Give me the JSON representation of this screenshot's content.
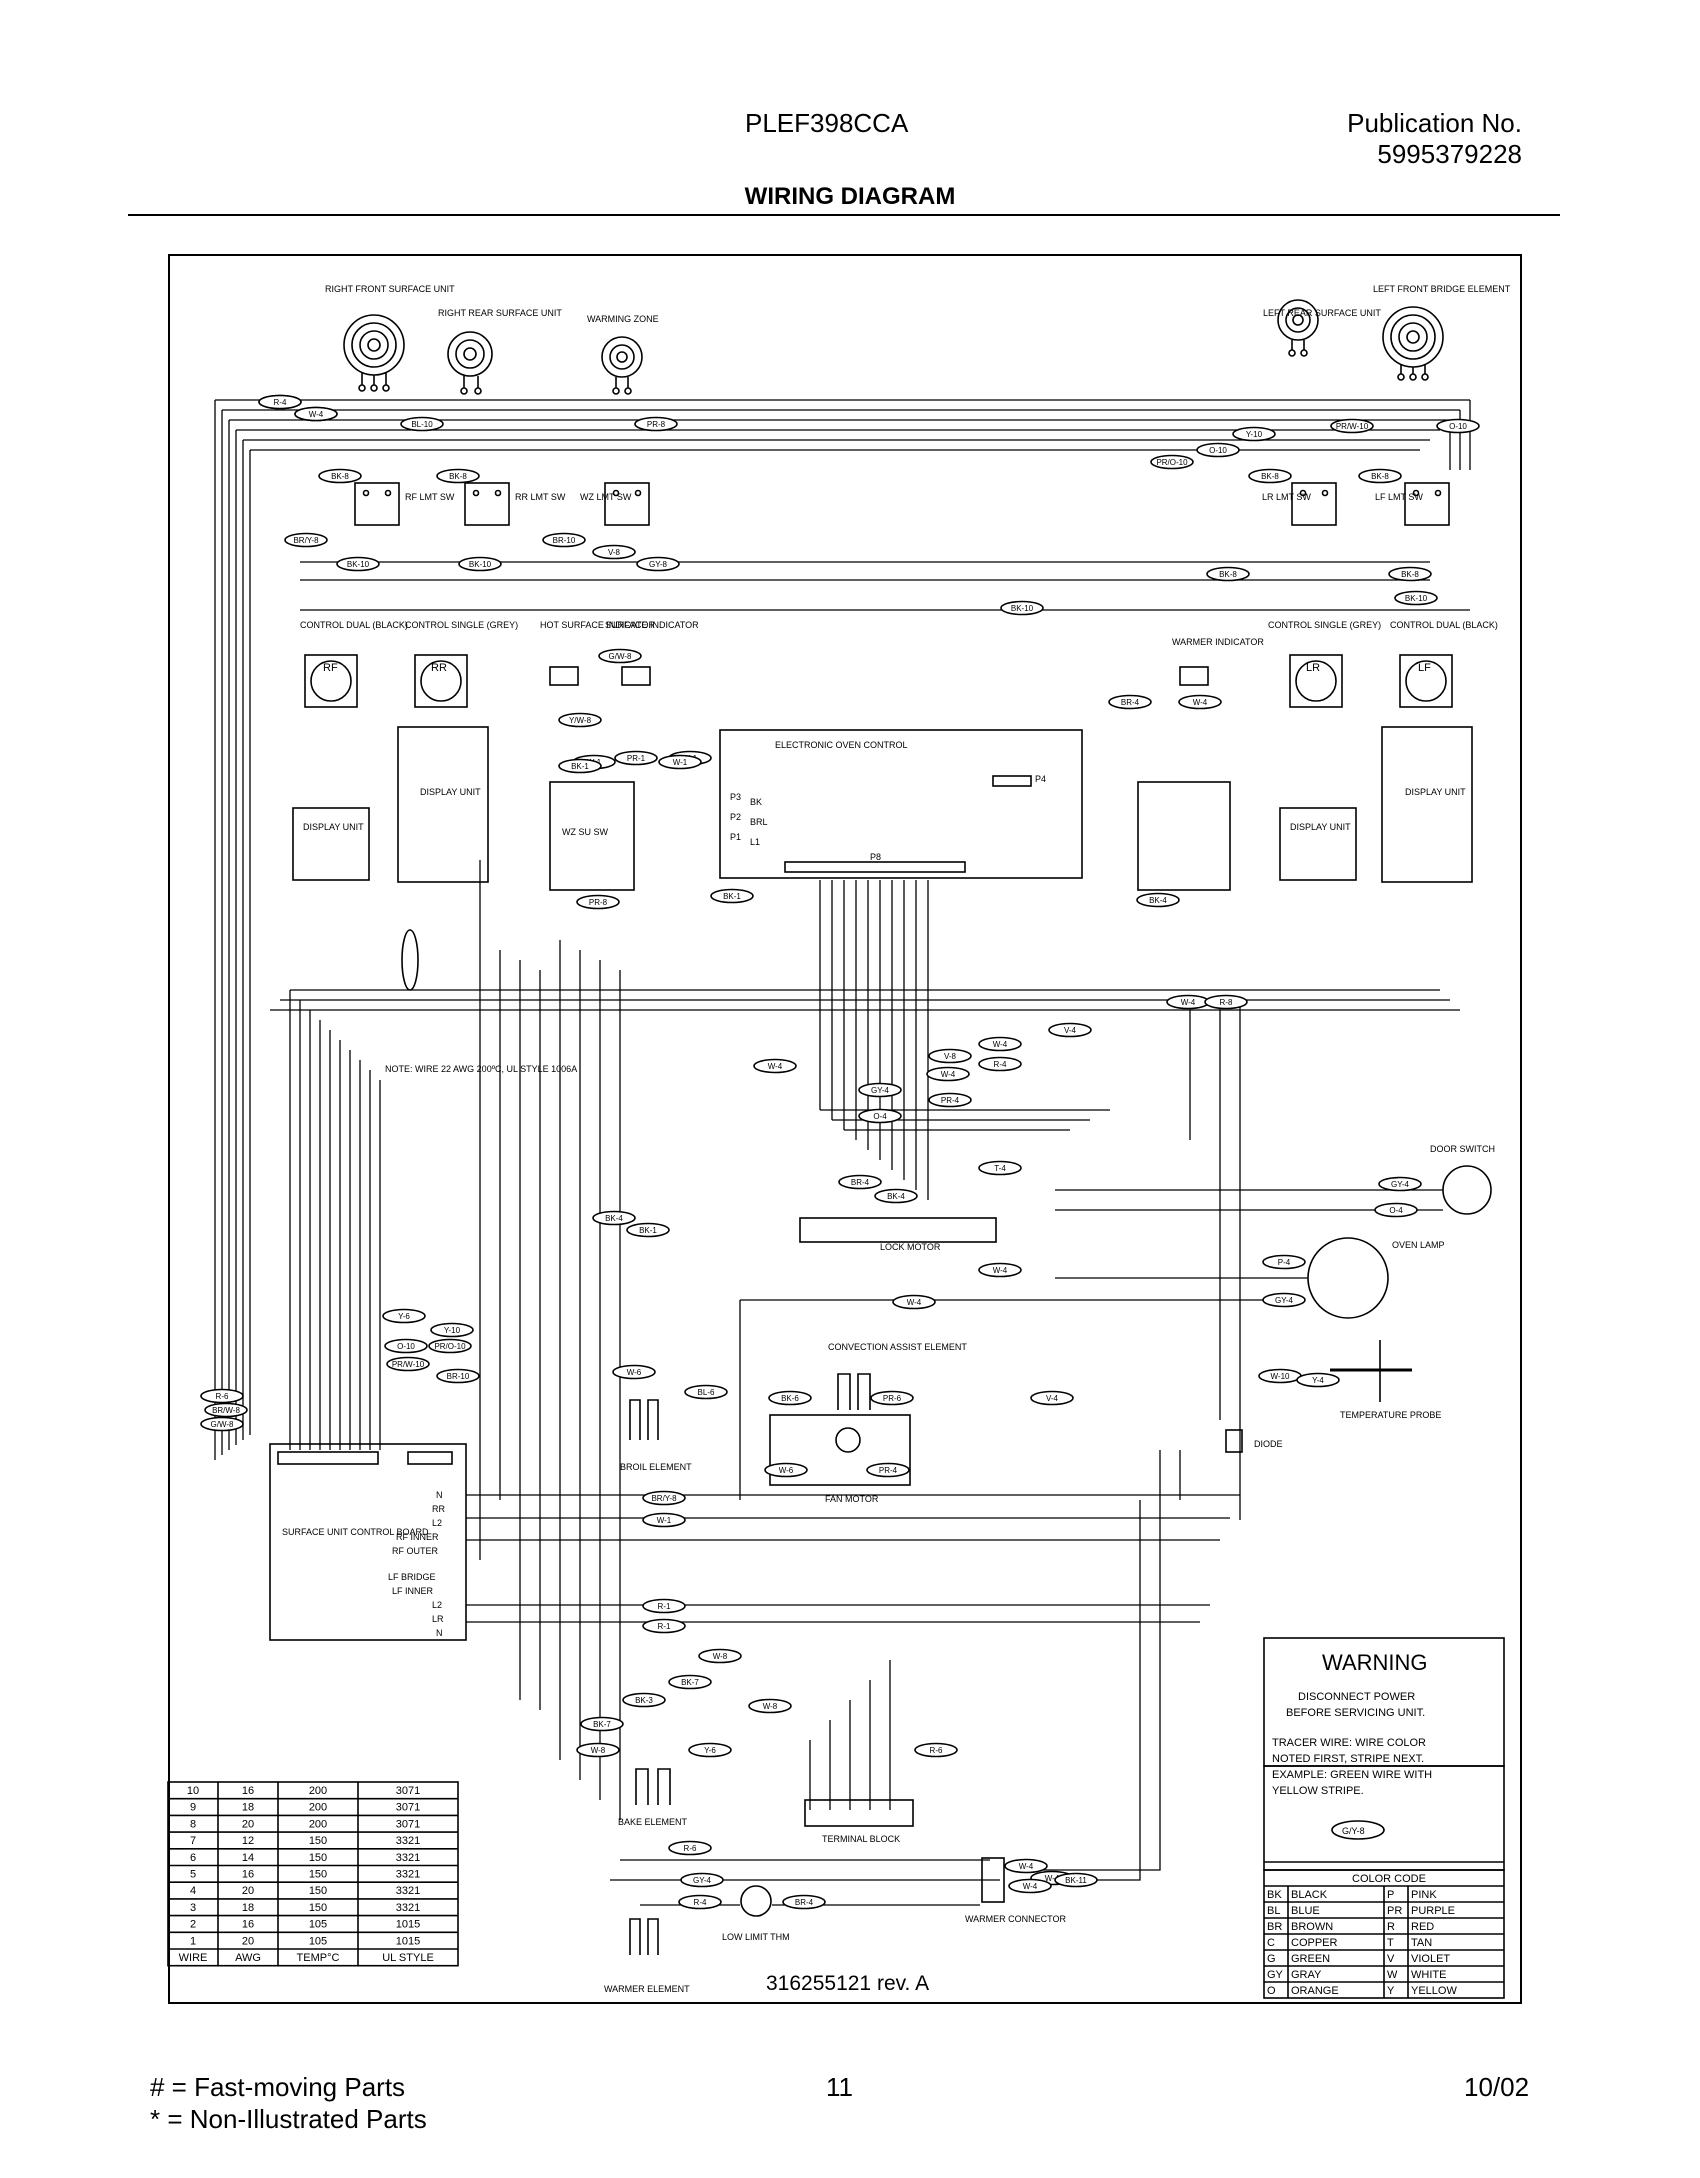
{
  "header": {
    "model": "PLEF398CCA",
    "publication_label": "Publication No.",
    "publication_number": "5995379228",
    "title": "WIRING DIAGRAM"
  },
  "components": {
    "rf_unit": "RIGHT FRONT SURFACE UNIT",
    "rr_unit": "RIGHT REAR SURFACE UNIT",
    "warming_zone": "WARMING ZONE",
    "lr_unit": "LEFT REAR SURFACE UNIT",
    "lf_unit": "LEFT FRONT BRIDGE ELEMENT",
    "control_dual_black": "CONTROL DUAL (BLACK)",
    "control_single_grey": "CONTROL SINGLE (GREY)",
    "hot_surface_indicator": "HOT SURFACE INDICATOR",
    "surface_indicator": "SURFACE INDICATOR",
    "warmer_indicator": "WARMER INDICATOR",
    "electronic_oven_control": "ELECTRONIC OVEN CONTROL",
    "display_unit": "DISPLAY UNIT",
    "door_switch": "DOOR SWITCH",
    "oven_lamp": "OVEN LAMP",
    "lock_motor": "LOCK MOTOR",
    "convection_element": "CONVECTION ASSIST ELEMENT",
    "fan_motor": "FAN MOTOR",
    "broil_element": "BROIL ELEMENT",
    "temperature_probe": "TEMPERATURE PROBE",
    "diode": "DIODE",
    "surface_board": "SURFACE UNIT CONTROL BOARD",
    "bake_element": "BAKE ELEMENT",
    "terminal_block": "TERMINAL BLOCK",
    "warmer_element": "WARMER ELEMENT",
    "low_limit": "LOW LIMIT THM",
    "warmer_connector": "WARMER CONNECTOR",
    "wire_note": "NOTE: WIRE 22 AWG 200ºC, UL STYLE 1006A",
    "rev": "316255121  rev.  A",
    "eoc_pins": {
      "p3": "P3",
      "p2": "P2",
      "p1": "P1",
      "bk": "BK",
      "brl": "BRL",
      "l1": "L1",
      "p4": "P4",
      "p8": "P8"
    },
    "board_labels": [
      "N",
      "RR",
      "L2",
      "RF INNER",
      "RF OUTER",
      "LF BRIDGE",
      "LF INNER",
      "L2",
      "LR",
      "N"
    ],
    "rf_sw": "RF LMT SW",
    "rr_sw": "RR LMT SW",
    "wz_sw": "WZ LMT SW",
    "lr_sw": "LR LMT SW",
    "lf_sw": "LF LMT SW",
    "knob_rf": "RF",
    "knob_rr": "RR",
    "knob_lr": "LR",
    "knob_lf": "LF",
    "switch_wz": "WZ SU SW",
    "warning": {
      "title": "WARNING",
      "line1": "DISCONNECT POWER",
      "line2": "BEFORE SERVICING UNIT.",
      "tracer1": "TRACER WIRE:  WIRE COLOR",
      "tracer2": "NOTED FIRST, STRIPE NEXT.",
      "tracer3": "EXAMPLE:  GREEN WIRE WITH",
      "tracer4": "YELLOW STRIPE.",
      "example_tag": "G/Y-8"
    },
    "color_code": {
      "title": "COLOR CODE",
      "rows": [
        [
          "BK",
          "BLACK",
          "P",
          "PINK"
        ],
        [
          "BL",
          "BLUE",
          "PR",
          "PURPLE"
        ],
        [
          "BR",
          "BROWN",
          "R",
          "RED"
        ],
        [
          "C",
          "COPPER",
          "T",
          "TAN"
        ],
        [
          "G",
          "GREEN",
          "V",
          "VIOLET"
        ],
        [
          "GY",
          "GRAY",
          "W",
          "WHITE"
        ],
        [
          "O",
          "ORANGE",
          "Y",
          "YELLOW"
        ]
      ]
    },
    "wire_table": {
      "headers": [
        "WIRE",
        "AWG",
        "TEMP°C",
        "UL STYLE"
      ],
      "rows": [
        [
          "10",
          "16",
          "200",
          "3071"
        ],
        [
          "9",
          "18",
          "200",
          "3071"
        ],
        [
          "8",
          "20",
          "200",
          "3071"
        ],
        [
          "7",
          "12",
          "150",
          "3321"
        ],
        [
          "6",
          "14",
          "150",
          "3321"
        ],
        [
          "5",
          "16",
          "150",
          "3321"
        ],
        [
          "4",
          "20",
          "150",
          "3321"
        ],
        [
          "3",
          "18",
          "150",
          "3321"
        ],
        [
          "2",
          "16",
          "105",
          "1015"
        ],
        [
          "1",
          "20",
          "105",
          "1015"
        ]
      ]
    }
  },
  "wire_tags": [
    "BK-10",
    "PR/W-10",
    "BL-10",
    "PR-8",
    "Y-10",
    "O-10",
    "PR/O-10",
    "PR/W-10",
    "O-10",
    "BK-8",
    "BK-8",
    "BK-8",
    "BK-8",
    "BR/Y-8",
    "BK-10",
    "BK-10",
    "BR-10",
    "V-8",
    "GY-8",
    "BK-8",
    "BK-8",
    "BK-10",
    "BK-10",
    "G/W-8",
    "Y/W-8",
    "W-1",
    "PR-1",
    "W-1",
    "BK-1",
    "W-1",
    "PR-8",
    "BK-1",
    "BR-4",
    "W-4",
    "BK-4",
    "W-4",
    "R-8",
    "V-4",
    "W-4",
    "W-4",
    "V-8",
    "R-4",
    "W-4",
    "GY-4",
    "PR-4",
    "O-4",
    "T-4",
    "BR-4",
    "BK-4",
    "GY-4",
    "O-4",
    "P-4",
    "GY-4",
    "W-4",
    "W-4",
    "BK-4",
    "BK-1",
    "Y-6",
    "Y-10",
    "O-10",
    "PR/O-10",
    "PR/W-10",
    "BR-10",
    "W-10",
    "Y-4",
    "V-4",
    "BK-6",
    "PR-6",
    "W-6",
    "PR-4",
    "W-6",
    "BL-6",
    "R-6",
    "BR/W-8",
    "G/W-8",
    "BR/Y-8",
    "W-1",
    "R-1",
    "R-1",
    "W-8",
    "BK-7",
    "BK-3",
    "BK-7",
    "W-8",
    "W-8",
    "Y-6",
    "R-6",
    "R-6",
    "GY-4",
    "W-4",
    "W-4",
    "R-4",
    "BR-4",
    "W-4",
    "BK-11",
    "R-4",
    "W-4"
  ],
  "footer": {
    "legend1": "#  =  Fast-moving Parts",
    "legend2": "*   =  Non-Illustrated Parts",
    "page": "11",
    "date": "10/02"
  }
}
